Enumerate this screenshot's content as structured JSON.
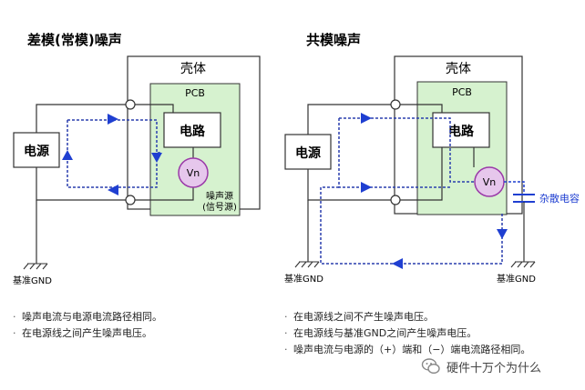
{
  "left": {
    "title": "差模(常模)噪声",
    "case_label": "壳体",
    "pcb_label": "PCB",
    "circuit_label": "电路",
    "source_label": "电源",
    "vn_label": "Vn",
    "noise_source_label_1": "噪声源",
    "noise_source_label_2": "(信号源)",
    "gnd_label": "基准GND",
    "notes": [
      "噪声电流与电源电流路径相同。",
      "在电源线之间产生噪声电压。"
    ]
  },
  "right": {
    "title": "共模噪声",
    "case_label": "壳体",
    "pcb_label": "PCB",
    "circuit_label": "电路",
    "source_label": "电源",
    "vn_label": "Vn",
    "stray_cap_label": "杂散电容",
    "gnd_label_left": "基准GND",
    "gnd_label_right": "基准GND",
    "notes": [
      "在电源线之间不产生噪声电压。",
      "在电源线与基准GND之间产生噪声电压。",
      "噪声电流与电源的（+）端和（−）端电流路径相同。"
    ]
  },
  "watermark": {
    "text": "硬件十万个为什么"
  },
  "colors": {
    "pcb_fill": "#d6f2cf",
    "vn_fill": "#e6c7ec",
    "vn_stroke": "#9a3aa8",
    "arrow": "#1f3fd1",
    "dash": "#2a3fae",
    "line": "#333333",
    "cap_label": "#1f3fd1"
  }
}
